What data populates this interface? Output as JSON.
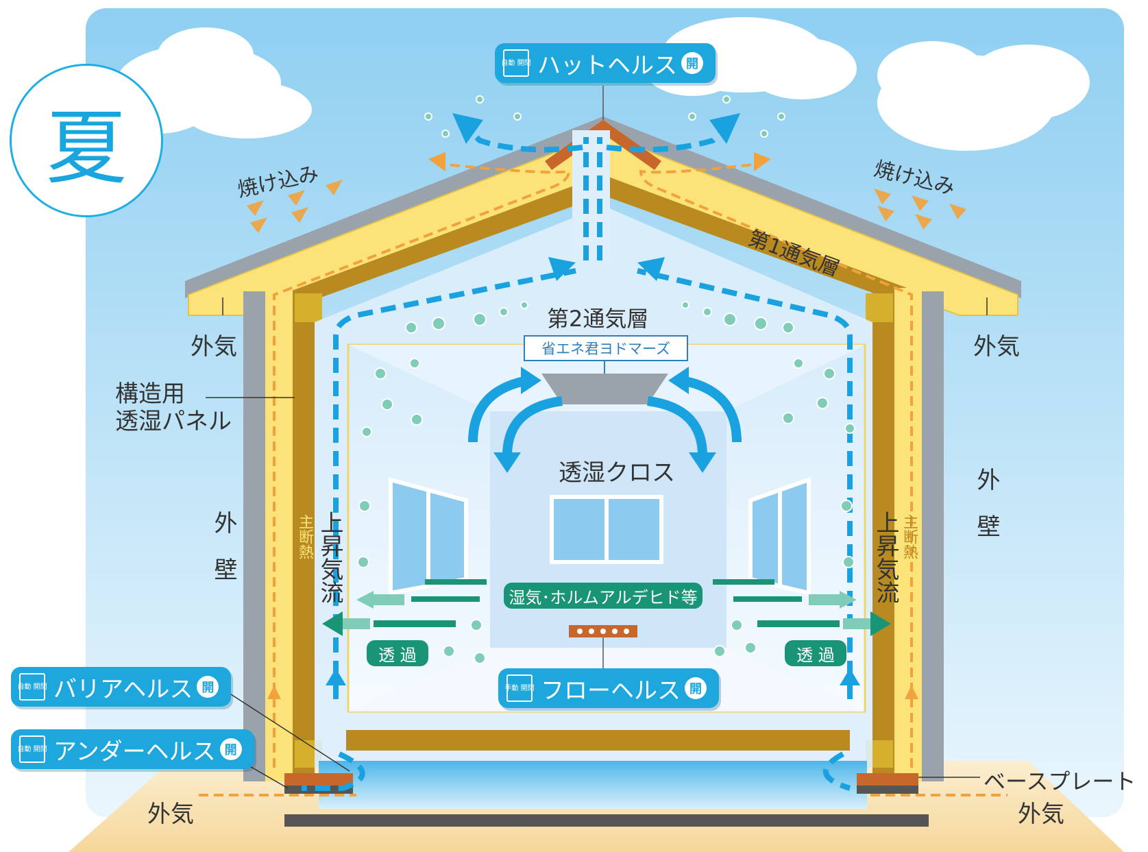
{
  "season": {
    "label": "夏"
  },
  "labels": {
    "outside_air_left": "外気",
    "outside_air_right": "外気",
    "outside_air_bottom_left": "外気",
    "outside_air_bottom_right": "外気",
    "structural_panel": "構造用\n透湿パネル",
    "outer_wall_left": "外壁",
    "outer_wall_right": "外壁",
    "main_insulation_left": "主断熱",
    "main_insulation_right": "主断熱",
    "rising_airflow_left": "上昇気流",
    "rising_airflow_right": "上昇気流",
    "layer1": "第1通気層",
    "layer2": "第2通気層",
    "heat_left": "焼け込み",
    "heat_right": "焼け込み",
    "cross": "透湿クロス",
    "device": "省エネ君ヨドマーズ",
    "base_plate": "ベースプレート",
    "humidity": "湿気･ホルムアルデヒド等",
    "transmit_left": "透 過",
    "transmit_right": "透 過"
  },
  "devices": {
    "hat": {
      "tag": "自動\n開閉",
      "name": "ハットヘルス",
      "state": "開"
    },
    "barrier": {
      "tag": "自動\n開閉",
      "name": "バリアヘルス",
      "state": "開"
    },
    "under": {
      "tag": "自動\n開閉",
      "name": "アンダーヘルス",
      "state": "開"
    },
    "flow": {
      "tag": "手動\n開閉",
      "name": "フローヘルス",
      "state": "開"
    }
  },
  "colors": {
    "sky": "#9fd6f3",
    "airflow": "#1aa2e0",
    "heat": "#f2a23c",
    "insulation": "#fbe37a",
    "structure": "#b88a1f",
    "moisture": "#1c9678"
  }
}
